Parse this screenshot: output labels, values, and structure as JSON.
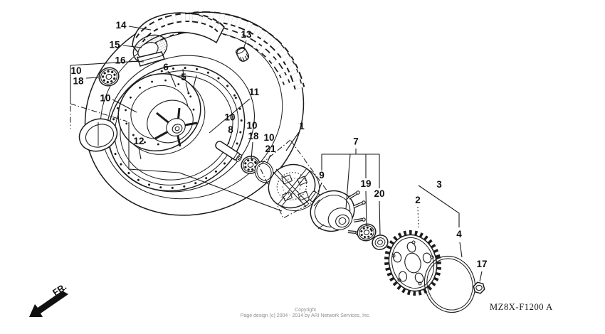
{
  "diagram": {
    "code": "MZ8X-F1200 A",
    "direction_label": "FR.",
    "callouts": [
      {
        "part": "14"
      },
      {
        "part": "15"
      },
      {
        "part": "16"
      },
      {
        "part": "13"
      },
      {
        "part": "10"
      },
      {
        "part": "18"
      },
      {
        "part": "10"
      },
      {
        "part": "6"
      },
      {
        "part": "5"
      },
      {
        "part": "11"
      },
      {
        "part": "10"
      },
      {
        "part": "8"
      },
      {
        "part": "10"
      },
      {
        "part": "18"
      },
      {
        "part": "10"
      },
      {
        "part": "21"
      },
      {
        "part": "12"
      },
      {
        "part": "1"
      },
      {
        "part": "7"
      },
      {
        "part": "9"
      },
      {
        "part": "19"
      },
      {
        "part": "20"
      },
      {
        "part": "2"
      },
      {
        "part": "3"
      },
      {
        "part": "4"
      },
      {
        "part": "17"
      }
    ]
  },
  "footer": {
    "line1": "Copyright",
    "line2": "Page design (c) 2004 - 2014 by ARI Network Services, Inc."
  },
  "colors": {
    "ink": "#1c1c1c",
    "muted": "#8e8e8e",
    "paper": "#ffffff"
  }
}
